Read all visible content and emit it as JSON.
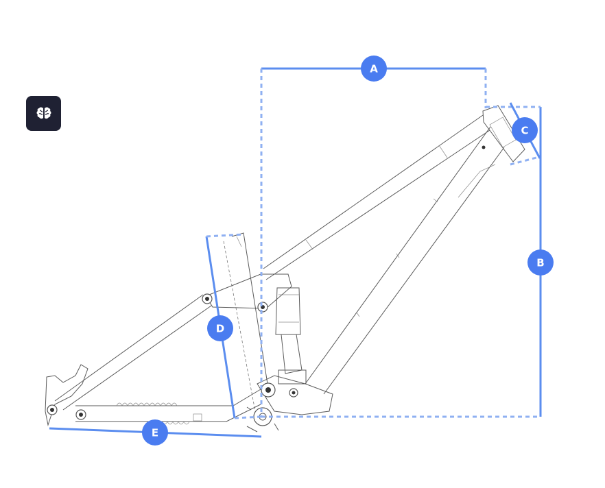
{
  "toolbar": {
    "brain_icon": "brain-icon",
    "background": "#1f2133"
  },
  "diagram": {
    "accent_color": "#4a7cf0",
    "dimension_color": "#5b8def",
    "labels": {
      "A": "A",
      "B": "B",
      "C": "C",
      "D": "D",
      "E": "E"
    }
  }
}
